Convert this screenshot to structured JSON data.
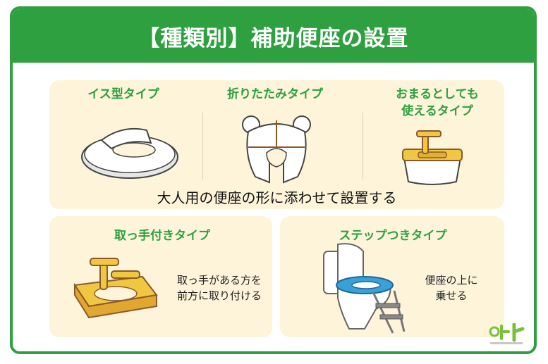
{
  "header": {
    "title": "【種類別】補助便座の設置"
  },
  "top_panel": {
    "items": [
      {
        "label": "イス型タイプ"
      },
      {
        "label": "折りたたみタイプ"
      },
      {
        "label_line1": "おまるとしても",
        "label_line2": "使えるタイプ"
      }
    ],
    "common_note": "大人用の便座の形に添わせて設置する"
  },
  "bottom_left": {
    "label": "取っ手付きタイプ",
    "desc_line1": "取っ手がある方を",
    "desc_line2": "前方に取り付ける"
  },
  "bottom_right": {
    "label": "ステップつきタイプ",
    "desc_line1": "便座の上に",
    "desc_line2": "乗せる"
  },
  "colors": {
    "header_bg": "#2ea040",
    "panel_bg": "#fdf4d9",
    "label_green": "#2ea040"
  }
}
